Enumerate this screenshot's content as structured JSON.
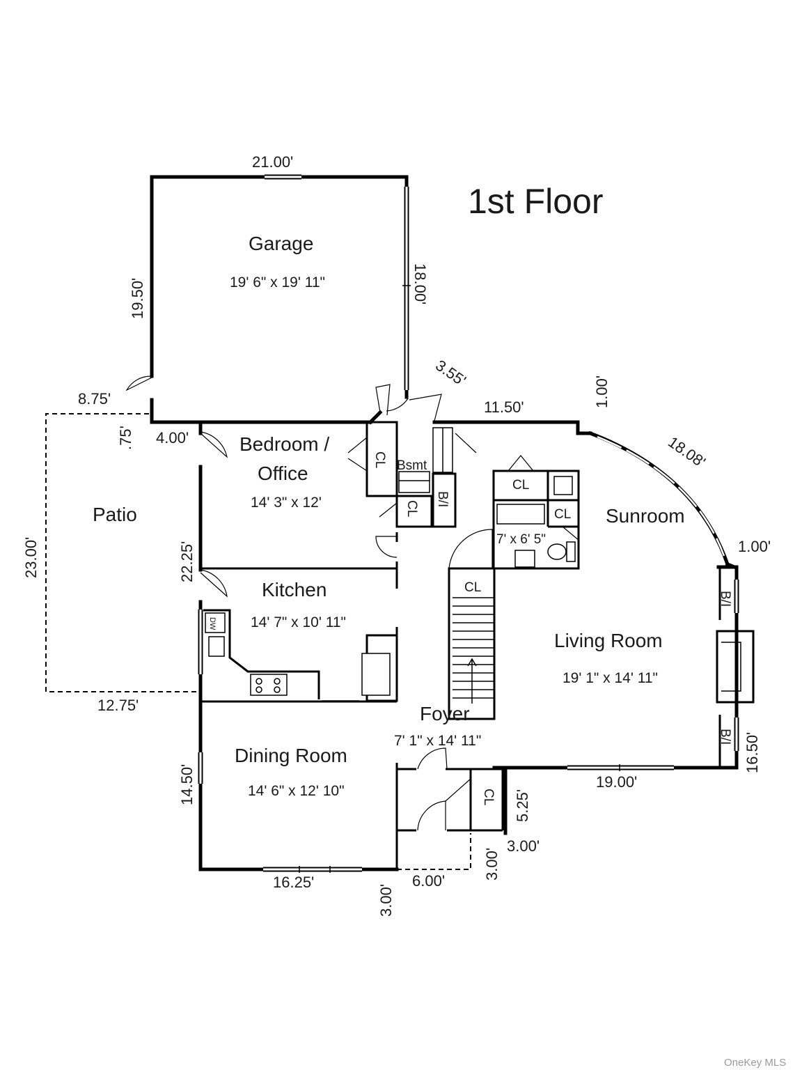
{
  "title": "1st Floor",
  "credit": "OneKey MLS",
  "rooms": {
    "garage": {
      "name": "Garage",
      "dims": "19' 6\" x 19' 11\""
    },
    "bedroom": {
      "name_line1": "Bedroom /",
      "name_line2": "Office",
      "dims": "14' 3\" x 12'"
    },
    "patio": {
      "name": "Patio"
    },
    "kitchen": {
      "name": "Kitchen",
      "dims": "14' 7\" x 10' 11\""
    },
    "sunroom": {
      "name": "Sunroom"
    },
    "living": {
      "name": "Living Room",
      "dims": "19' 1\" x 14' 11\""
    },
    "foyer": {
      "name": "Foyer",
      "dims": "7' 1\" x 14' 11\""
    },
    "dining": {
      "name": "Dining Room",
      "dims": "14' 6\" x 12' 10\""
    },
    "bath": {
      "dims": "7' x 6' 5\""
    }
  },
  "labels": {
    "cl": "CL",
    "bsmt": "Bsmt",
    "bi": "B/I",
    "dw": "DW"
  },
  "measurements": {
    "garage_top": "21.00'",
    "garage_left": "19.50'",
    "garage_right": "18.00'",
    "diag_355": "3.55'",
    "m_875": "8.75'",
    "m_075": ".75'",
    "m_400": "4.00'",
    "m_1150": "11.50'",
    "m_100_top": "1.00'",
    "m_1808": "18.08'",
    "m_100_right": "1.00'",
    "m_2300": "23.00'",
    "m_2225": "22.25'",
    "m_1275": "12.75'",
    "m_1450": "14.50'",
    "m_1625": "16.25'",
    "m_300_bottom": "3.00'",
    "m_600": "6.00'",
    "m_300_vert": "3.00'",
    "m_300_right": "3.00'",
    "m_525": "5.25'",
    "m_1900": "19.00'",
    "m_1650": "16.50'"
  }
}
